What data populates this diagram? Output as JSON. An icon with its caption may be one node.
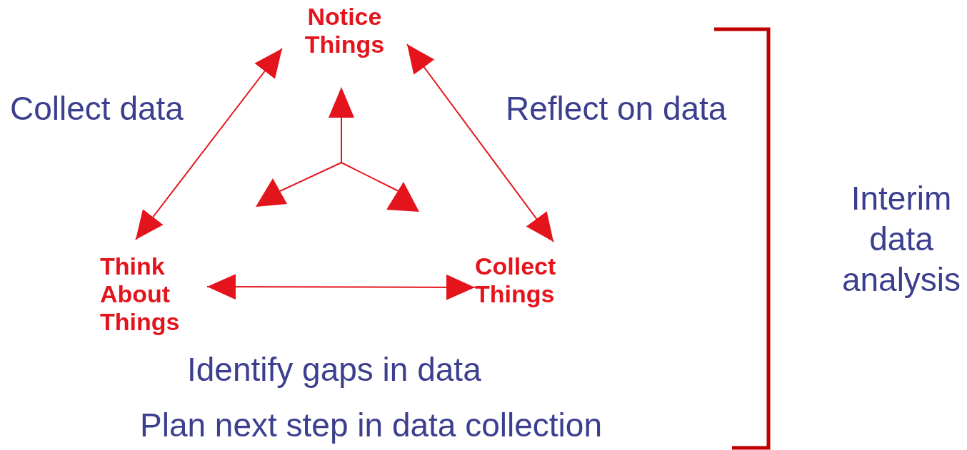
{
  "diagram": {
    "nodes": [
      {
        "text": [
          "Notice Things"
        ]
      },
      {
        "text": [
          "Think About Things"
        ]
      },
      {
        "text": [
          "Collect Things"
        ]
      }
    ],
    "edges": [
      {
        "from": 0,
        "to": 1,
        "arrow": "both"
      },
      {
        "from": 0,
        "to": 2,
        "arrow": "both"
      },
      {
        "from": 1,
        "to": 2,
        "arrow": "both"
      }
    ],
    "labels": [
      "Collect data",
      "Reflect on data",
      "Identify gaps in data",
      "Plan next step in data collection",
      "Interim data analysis"
    ]
  }
}
